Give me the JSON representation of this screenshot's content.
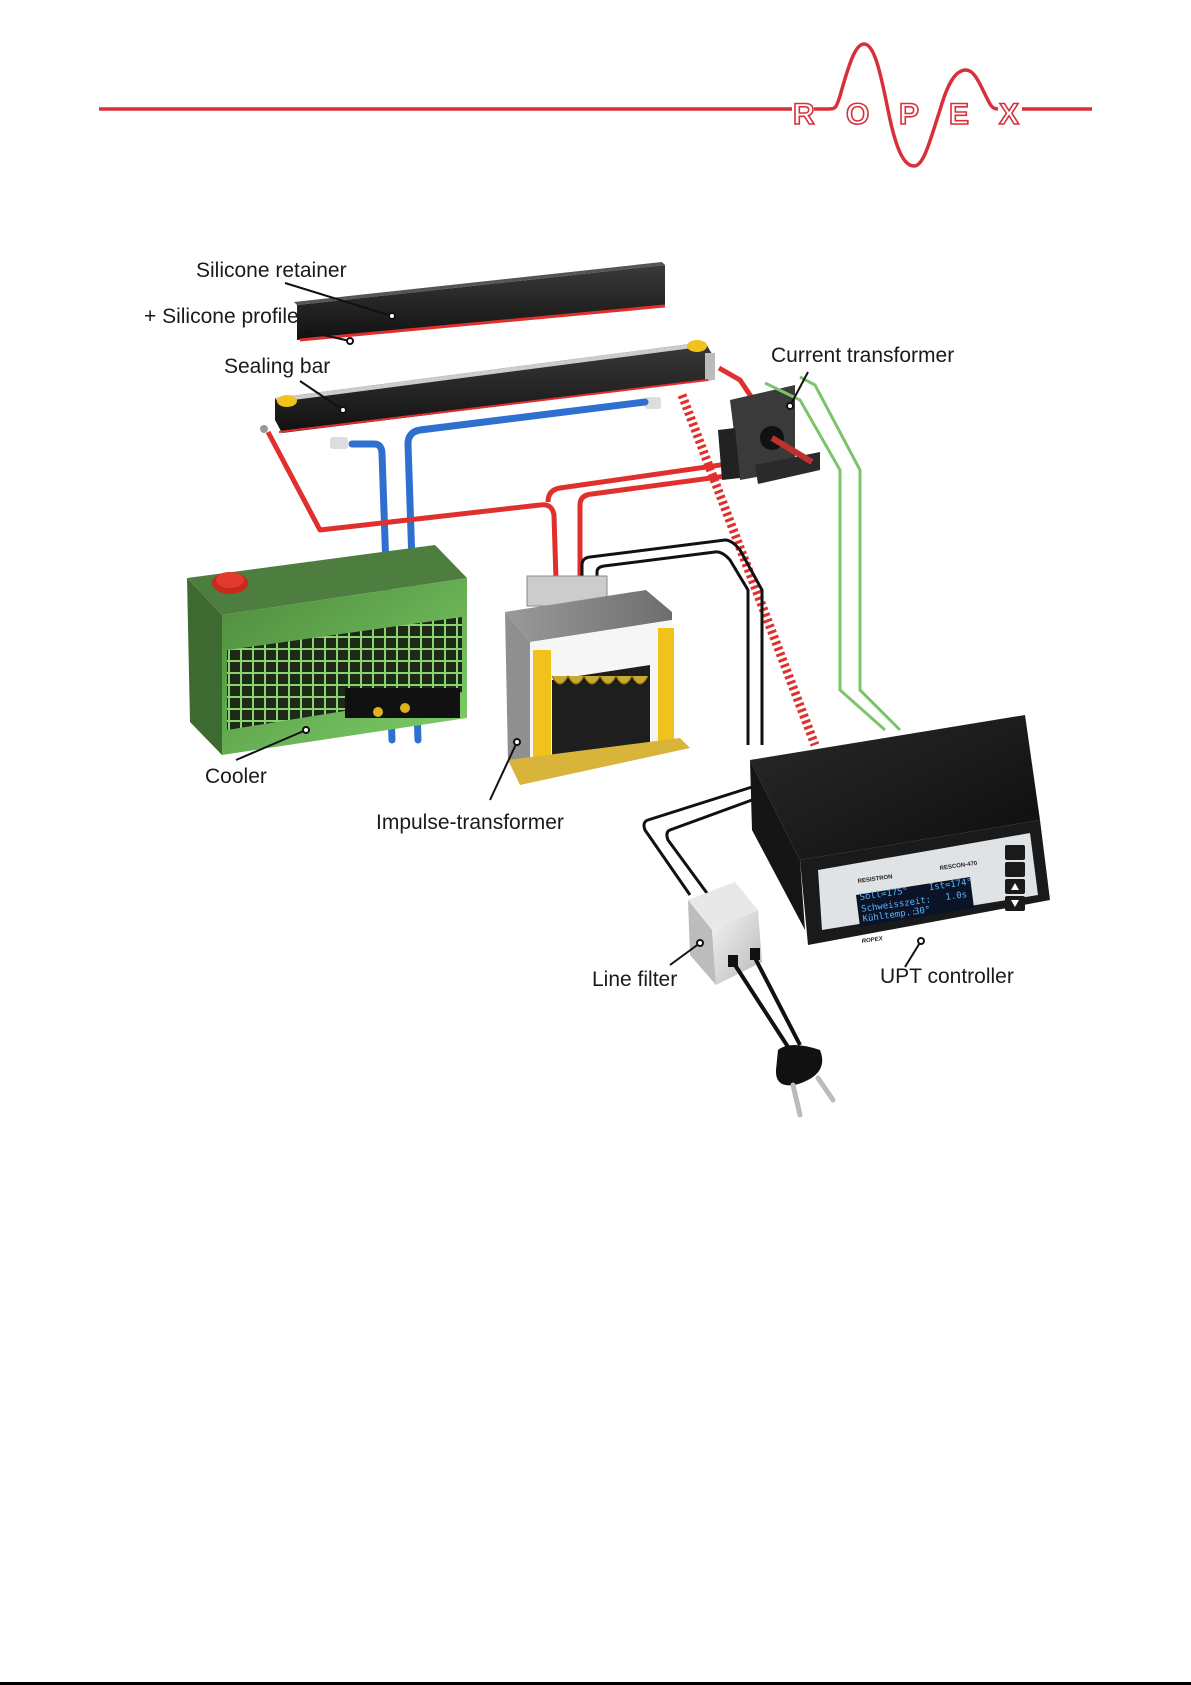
{
  "header": {
    "logo_text": "ROPEX",
    "logo_letters": [
      "R",
      "O",
      "P",
      "E",
      "X"
    ],
    "accent_color": "#d8303a"
  },
  "diagram": {
    "labels": {
      "silicone_retainer": "Silicone retainer",
      "silicone_profile": "+ Silicone profile",
      "sealing_bar": "Sealing bar",
      "current_transformer": "Current transformer",
      "cooler": "Cooler",
      "impulse_transformer": "Impulse-transformer",
      "line_filter": "Line filter",
      "upt_controller": "UPT controller"
    },
    "controller": {
      "brand_left": "RESISTRON",
      "brand_right": "RESCON-470",
      "maker": "ROPEX",
      "display_lines": [
        "Soll=175°",
        "Ist=174°",
        "Schweisszeit:",
        "1.0s",
        "Kühltemp.:",
        "30°"
      ],
      "buttons": [
        "loop-icon",
        "enter-button",
        "up-arrow-icon",
        "down-arrow-icon"
      ]
    },
    "colors": {
      "heating_wire": "#e0302e",
      "coolant_hose": "#2f6fd0",
      "signal_wire": "#7cc46a",
      "cooler_body": "#6fbf5a",
      "transformer_yoke": "#f2c21c"
    }
  }
}
